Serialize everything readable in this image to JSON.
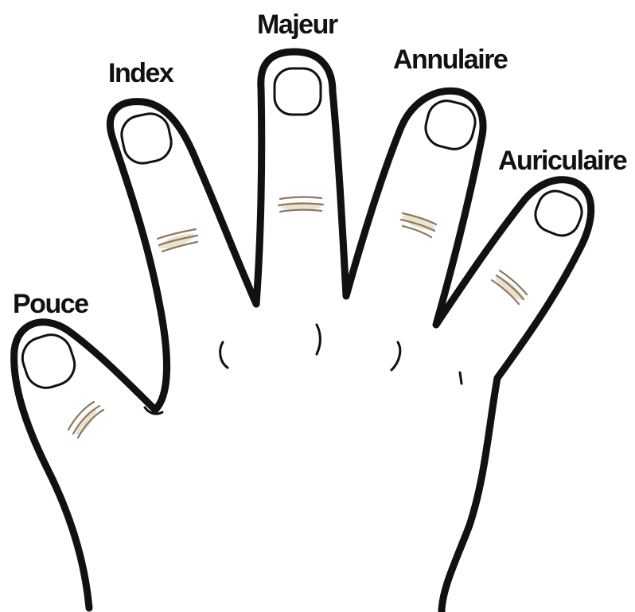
{
  "labels": {
    "thumb": "Pouce",
    "index": "Index",
    "middle": "Majeur",
    "ring": "Annulaire",
    "pinky": "Auriculaire"
  },
  "colors": {
    "outline": "#111111",
    "skin": "#ffffff",
    "crease": "#e8d6b8"
  }
}
